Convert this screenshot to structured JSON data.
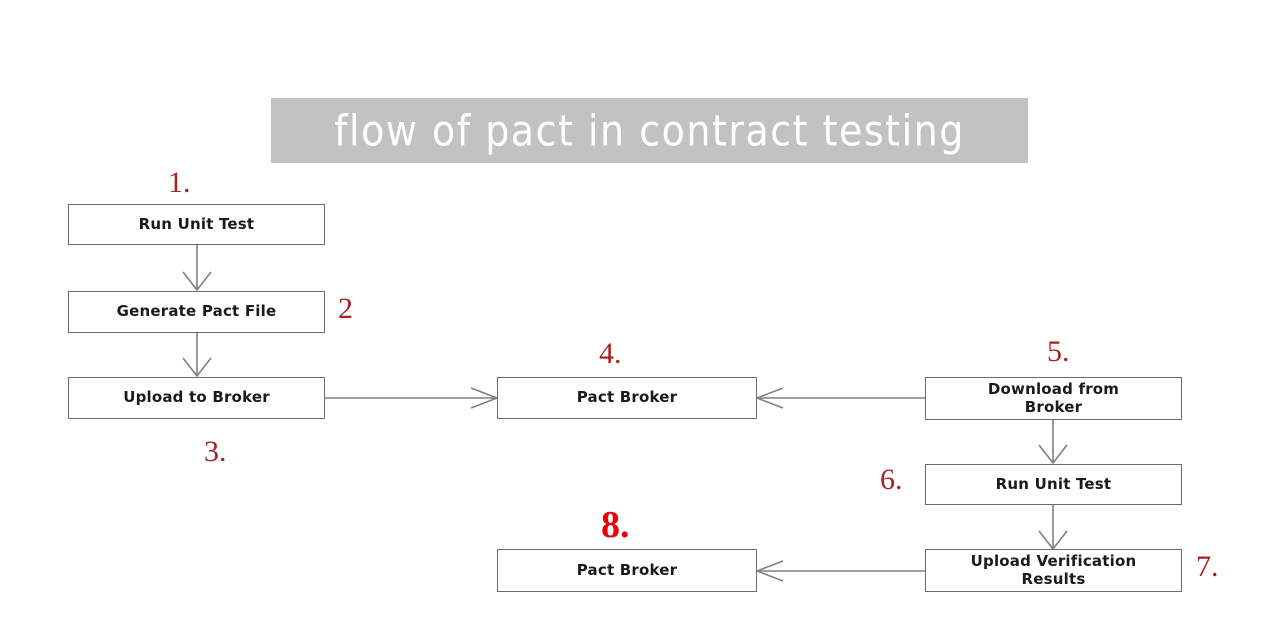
{
  "title": {
    "text": "flow of pact in contract testing",
    "banner_color": "#c2c2c2",
    "text_color": "#ffffff"
  },
  "colors": {
    "node_border": "#6b6b6b",
    "node_fill": "#ffffff",
    "connector": "#808080",
    "step_number": "#a62222",
    "step_number_highlight": "#e8000d"
  },
  "diagram": {
    "type": "flowchart",
    "nodes": [
      {
        "id": "run-unit-test-consumer",
        "label": "Run Unit Test",
        "step": "1."
      },
      {
        "id": "generate-pact-file",
        "label": "Generate Pact File",
        "step": "2"
      },
      {
        "id": "upload-to-broker",
        "label": "Upload to Broker",
        "step": "3."
      },
      {
        "id": "pact-broker-top",
        "label": "Pact Broker",
        "step": "4."
      },
      {
        "id": "download-from-broker",
        "label": "Download from\nBroker",
        "step": "5."
      },
      {
        "id": "run-unit-test-provider",
        "label": "Run Unit Test",
        "step": "6."
      },
      {
        "id": "upload-verification",
        "label": "Upload Verification\nResults",
        "step": "7."
      },
      {
        "id": "pact-broker-bottom",
        "label": "Pact Broker",
        "step": "8."
      }
    ],
    "node_labels": {
      "run_unit_test_consumer": "Run Unit Test",
      "generate_pact_file": "Generate Pact File",
      "upload_to_broker": "Upload to Broker",
      "pact_broker_top": "Pact Broker",
      "download_from_broker_line1": "Download from",
      "download_from_broker_line2": "Broker",
      "run_unit_test_provider": "Run Unit Test",
      "upload_verification_line1": "Upload Verification",
      "upload_verification_line2": "Results",
      "pact_broker_bottom": "Pact Broker"
    },
    "steps": {
      "one": "1.",
      "two": "2",
      "three": "3.",
      "four": "4.",
      "five": "5.",
      "six": "6.",
      "seven": "7.",
      "eight": "8."
    },
    "edges": [
      {
        "from": "run-unit-test-consumer",
        "to": "generate-pact-file",
        "direction": "down"
      },
      {
        "from": "generate-pact-file",
        "to": "upload-to-broker",
        "direction": "down"
      },
      {
        "from": "upload-to-broker",
        "to": "pact-broker-top",
        "direction": "right"
      },
      {
        "from": "download-from-broker",
        "to": "pact-broker-top",
        "direction": "left"
      },
      {
        "from": "download-from-broker",
        "to": "run-unit-test-provider",
        "direction": "down"
      },
      {
        "from": "run-unit-test-provider",
        "to": "upload-verification",
        "direction": "down"
      },
      {
        "from": "upload-verification",
        "to": "pact-broker-bottom",
        "direction": "left"
      }
    ]
  }
}
